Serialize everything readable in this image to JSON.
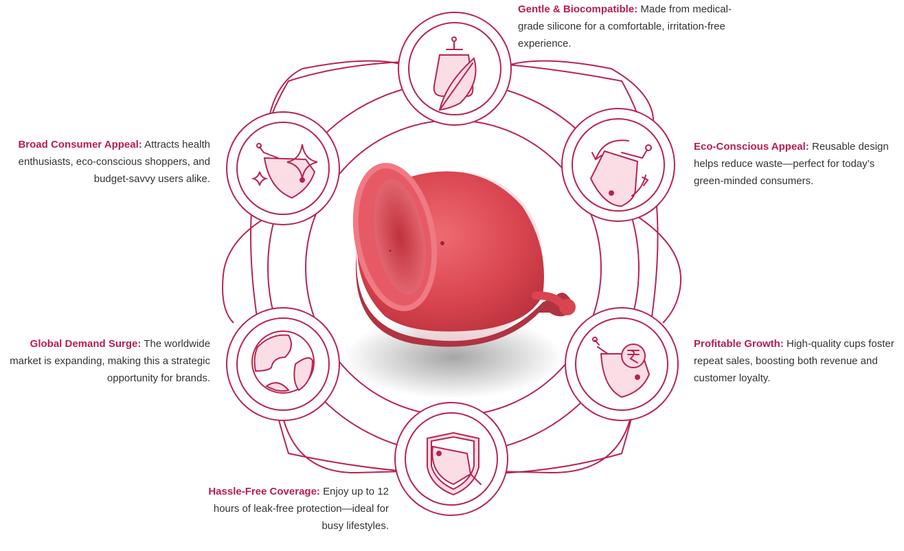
{
  "colors": {
    "accent": "#b51f4e",
    "outline": "#b8234f",
    "icon_fill": "#fbdde5",
    "cup": "#d9454f"
  },
  "center": {
    "image": "red silicone menstrual cup"
  },
  "features": [
    {
      "id": "gentle",
      "icon": "cup-with-feather-icon",
      "title": "Gentle & Biocompatible:",
      "text": "Made from medical-grade silicone for a comfortable, irritation-free experience."
    },
    {
      "id": "eco",
      "icon": "cup-with-recycle-arrows-icon",
      "title": "Eco-Conscious Appeal:",
      "text": "Reusable design helps reduce waste—perfect for today’s green-minded consumers."
    },
    {
      "id": "profit",
      "icon": "cup-with-rupee-coin-icon",
      "title": "Profitable Growth:",
      "text": "High-quality cups foster repeat sales, boosting both revenue and customer loyalty."
    },
    {
      "id": "hassle",
      "icon": "cup-with-shield-icon",
      "title": "Hassle-Free Coverage:",
      "text": "Enjoy up to 12 hours of leak-free protection—ideal for busy lifestyles."
    },
    {
      "id": "global",
      "icon": "globe-icon",
      "title": "Global Demand Surge:",
      "text": "The worldwide market is expanding, making this a strategic opportunity for brands."
    },
    {
      "id": "broad",
      "icon": "cup-with-sparkles-icon",
      "title": "Broad Consumer Appeal:",
      "text": "Attracts health enthusiasts, eco-conscious shoppers, and budget-savvy users alike."
    }
  ]
}
